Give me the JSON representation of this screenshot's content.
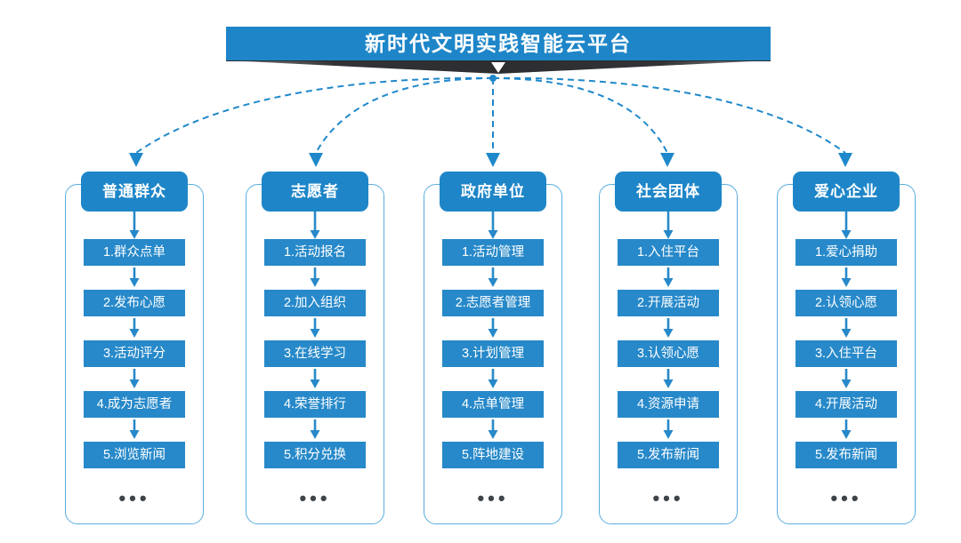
{
  "banner": {
    "title": "新时代文明实践智能云平台",
    "color": "#1e86c8",
    "shadow_color": "#2e3033",
    "arrow_icon": "chevron-down-icon"
  },
  "theme": {
    "blue": "#1e86c8",
    "item_blue": "#2789c9",
    "frame_blue": "#5aaede",
    "connector_blue": "#1f88ca",
    "dots_color": "#3f4448",
    "background": "#ffffff"
  },
  "ellipsis": "•••",
  "columns": [
    {
      "header": "普通群众",
      "items": [
        "1.群众点单",
        "2.发布心愿",
        "3.活动评分",
        "4.成为志愿者",
        "5.浏览新闻"
      ]
    },
    {
      "header": "志愿者",
      "items": [
        "1.活动报名",
        "2.加入组织",
        "3.在线学习",
        "4.荣誉排行",
        "5.积分兑换"
      ]
    },
    {
      "header": "政府单位",
      "items": [
        "1.活动管理",
        "2.志愿者管理",
        "3.计划管理",
        "4.点单管理",
        "5.阵地建设"
      ]
    },
    {
      "header": "社会团体",
      "items": [
        "1.入住平台",
        "2.开展活动",
        "3.认领心愿",
        "4.资源申请",
        "5.发布新闻"
      ]
    },
    {
      "header": "爱心企业",
      "items": [
        "1.爱心捐助",
        "2.认领心愿",
        "3.入住平台",
        "4.开展活动",
        "5.发布新闻"
      ]
    }
  ]
}
